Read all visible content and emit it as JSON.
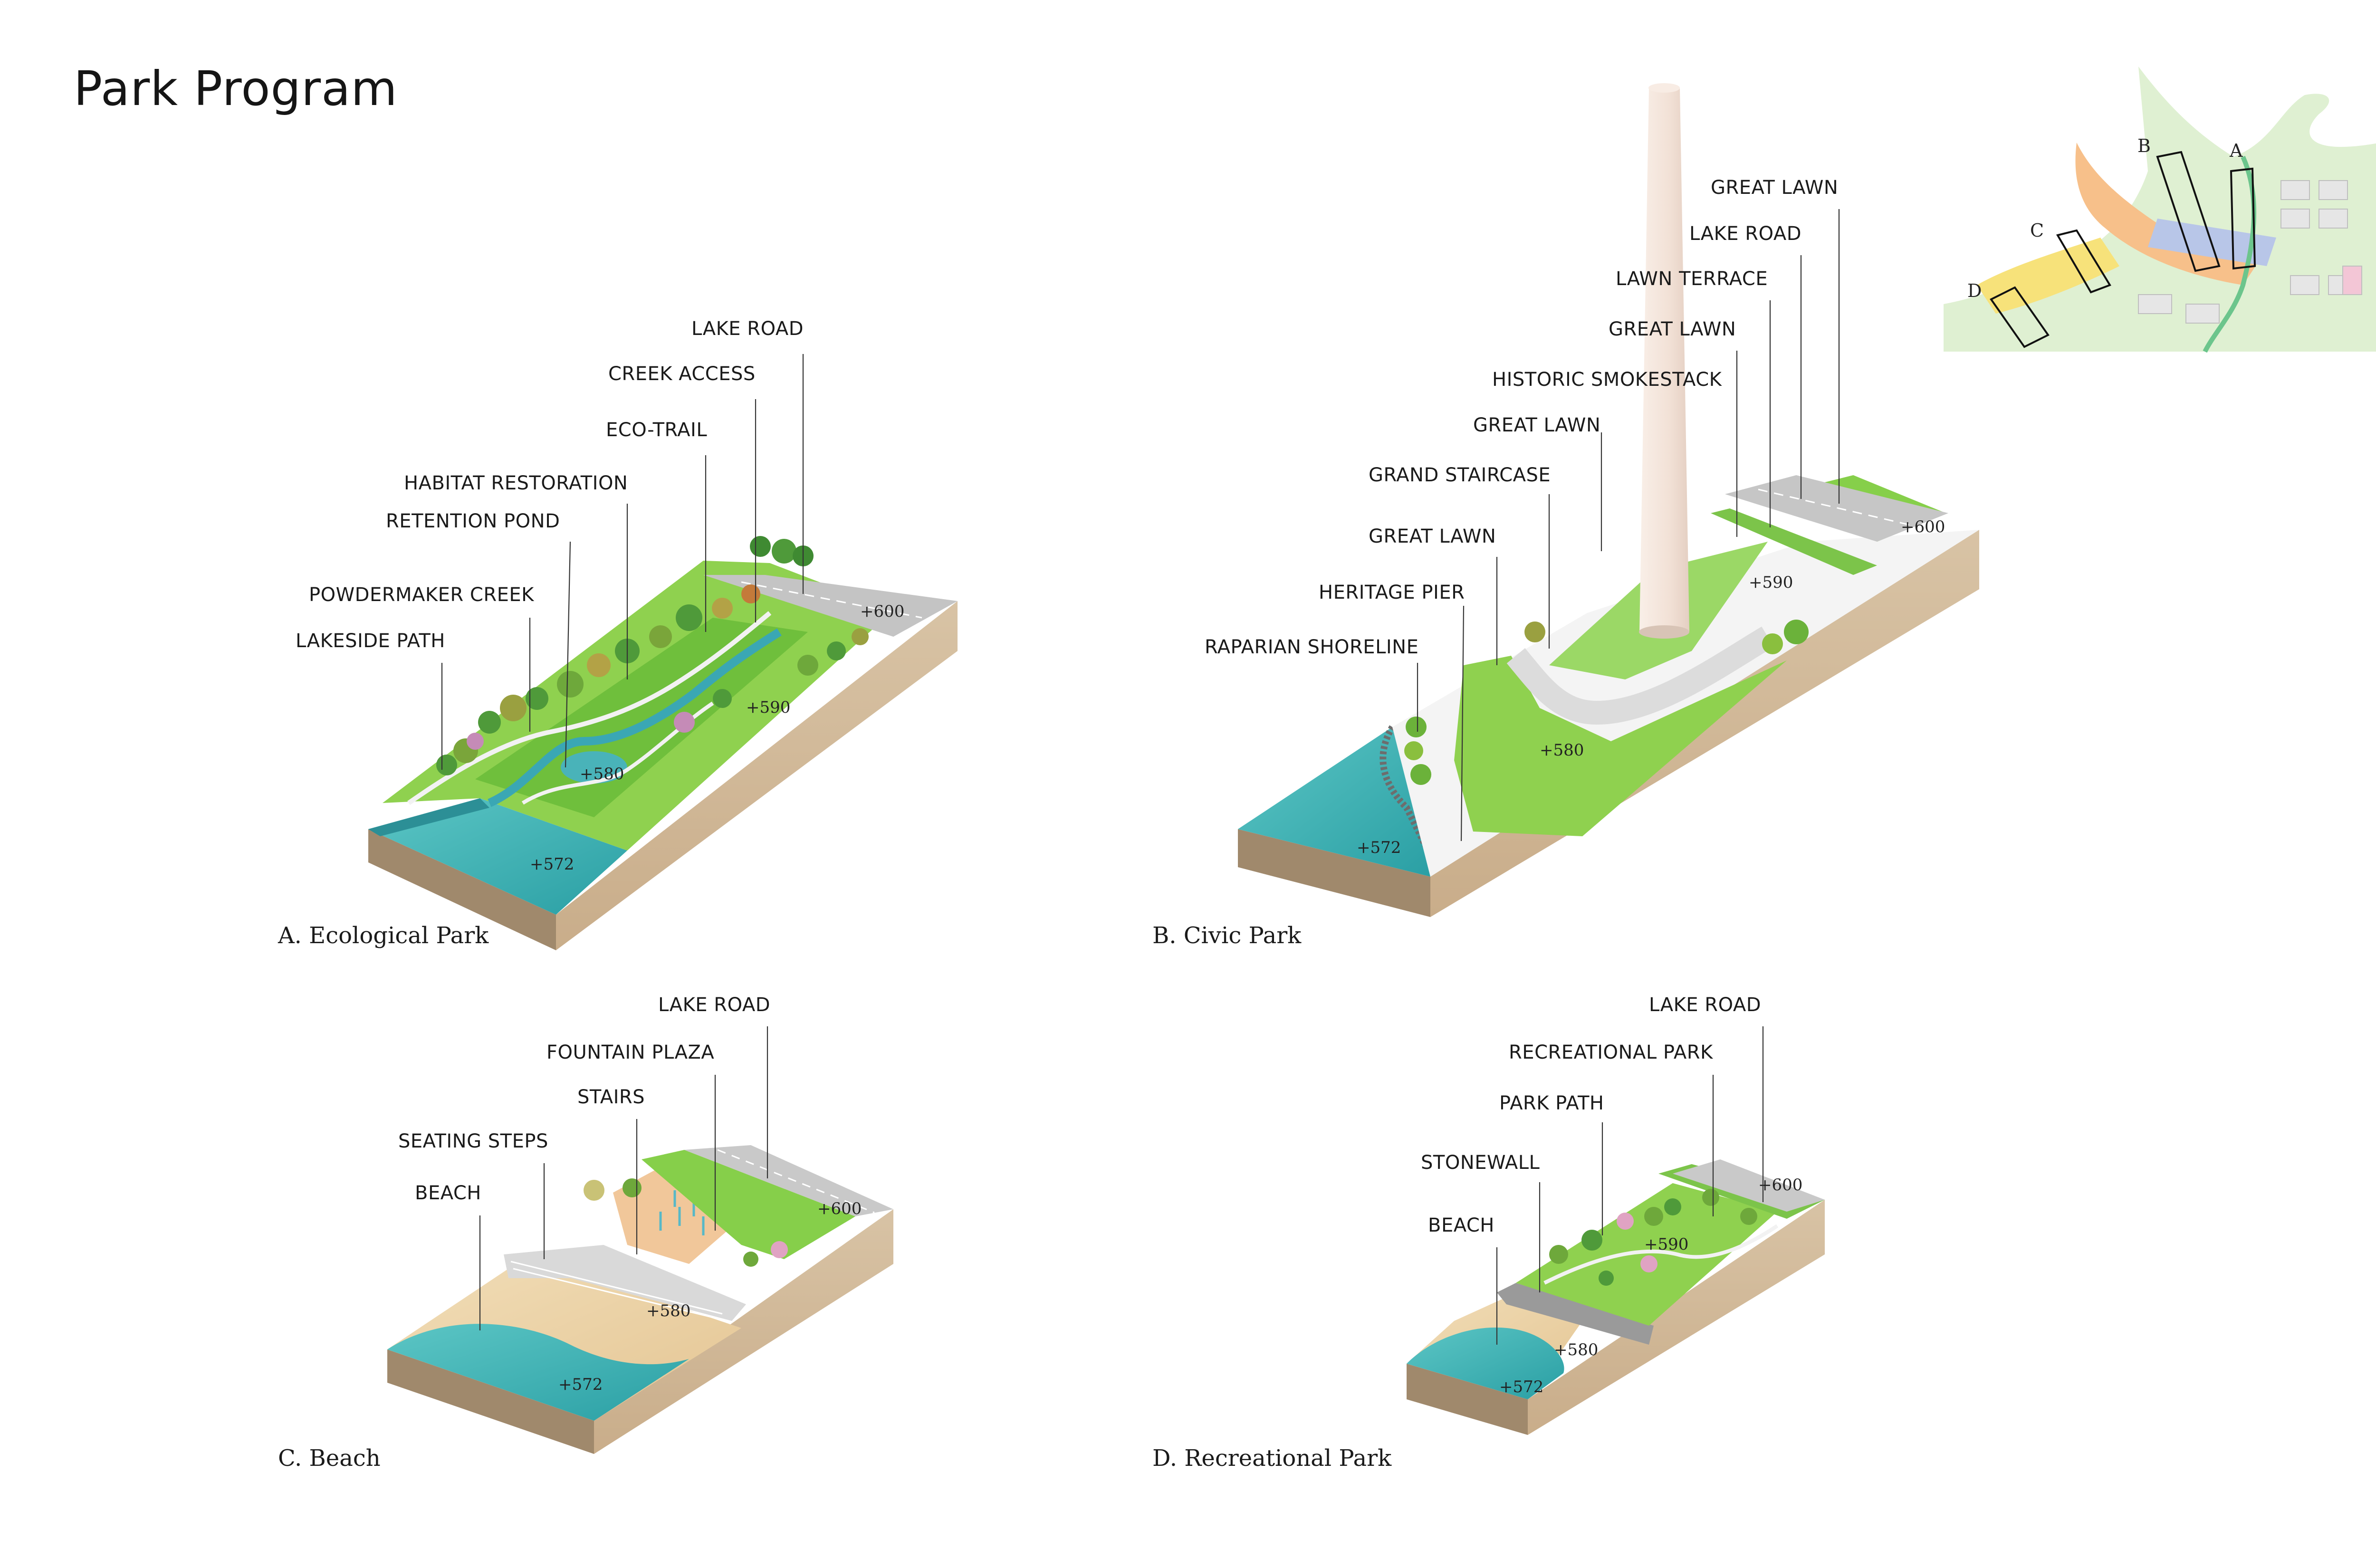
{
  "page": {
    "title": "Park Program"
  },
  "colors": {
    "water": "#3fb5b6",
    "soil": "#d9c2a3",
    "lawn": "#7ccf45",
    "lawn_light": "#a9d77a",
    "path": "#e8e8e8",
    "road": "#bdbdbd",
    "sand": "#ecd3a6",
    "smokestack": "#f5e7de"
  },
  "key_map": {
    "labels": [
      "A",
      "B",
      "C",
      "D"
    ]
  },
  "panels": {
    "a": {
      "caption": "A. Ecological Park",
      "labels": {
        "lake_road": "LAKE ROAD",
        "creek_access": "CREEK ACCESS",
        "eco_trail": "ECO-TRAIL",
        "habitat_restoration": "HABITAT RESTORATION",
        "retention_pond": "RETENTION POND",
        "powdermaker_creek": "POWDERMAKER CREEK",
        "lakeside_path": "LAKESIDE PATH"
      },
      "elevations": {
        "e600": "+600",
        "e590": "+590",
        "e580": "+580",
        "e572": "+572"
      }
    },
    "b": {
      "caption": "B. Civic Park",
      "labels": {
        "great_lawn_1": "GREAT LAWN",
        "lake_road": "LAKE ROAD",
        "lawn_terrace": "LAWN TERRACE",
        "great_lawn_2": "GREAT LAWN",
        "historic_smokestack": "HISTORIC SMOKESTACK",
        "great_lawn_3": "GREAT LAWN",
        "grand_staircase": "GRAND STAIRCASE",
        "great_lawn_4": "GREAT LAWN",
        "heritage_pier": "HERITAGE PIER",
        "raparian_shoreline": "RAPARIAN SHORELINE"
      },
      "elevations": {
        "e600": "+600",
        "e590": "+590",
        "e580": "+580",
        "e572": "+572"
      }
    },
    "c": {
      "caption": "C. Beach",
      "labels": {
        "lake_road": "LAKE ROAD",
        "fountain_plaza": "FOUNTAIN PLAZA",
        "stairs": "STAIRS",
        "seating_steps": "SEATING STEPS",
        "beach": "BEACH"
      },
      "elevations": {
        "e600": "+600",
        "e580": "+580",
        "e572": "+572"
      }
    },
    "d": {
      "caption": "D. Recreational Park",
      "labels": {
        "lake_road": "LAKE ROAD",
        "recreational_park": "RECREATIONAL PARK",
        "park_path": "PARK PATH",
        "stonewall": "STONEWALL",
        "beach": "BEACH"
      },
      "elevations": {
        "e600": "+600",
        "e590": "+590",
        "e580": "+580",
        "e572": "+572"
      }
    }
  }
}
